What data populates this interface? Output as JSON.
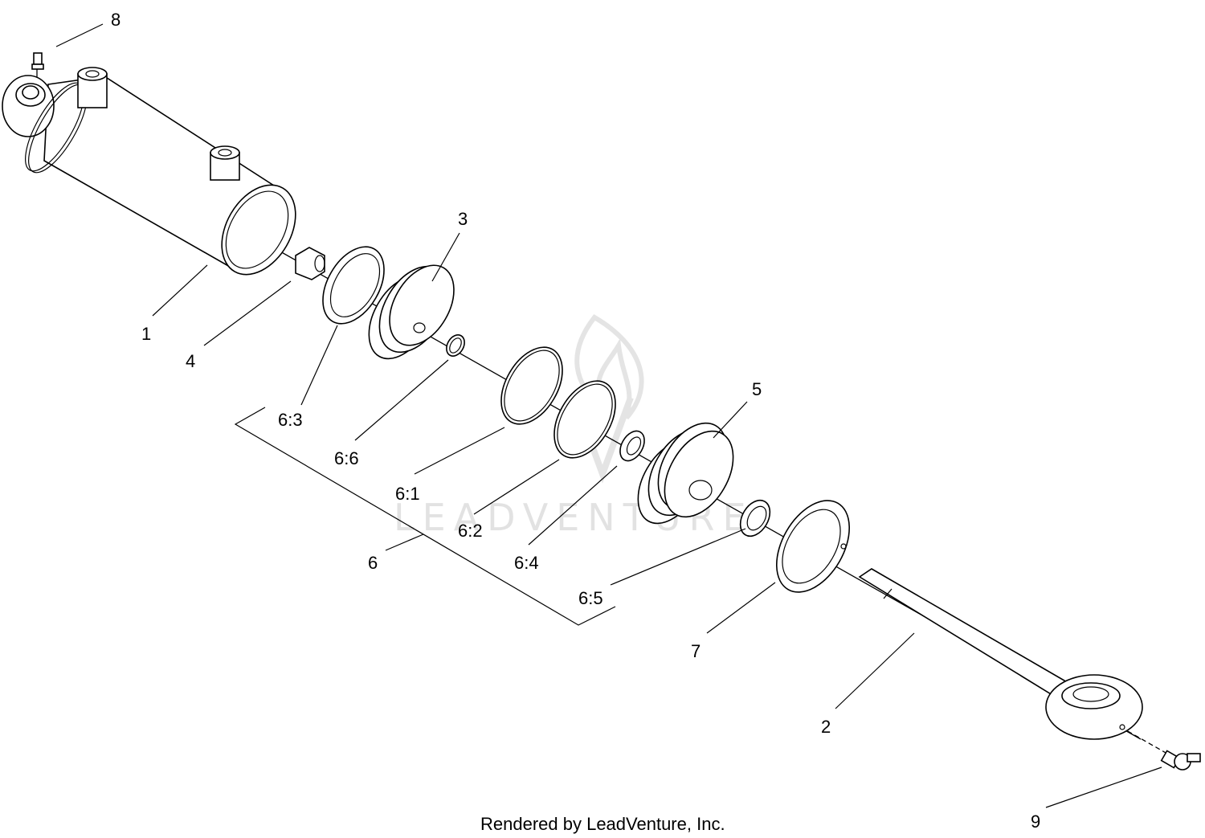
{
  "watermark": "LEADVENTURE",
  "credit": "Rendered by LeadVenture, Inc.",
  "callouts": [
    {
      "id": "1",
      "text": "1"
    },
    {
      "id": "2",
      "text": "2"
    },
    {
      "id": "3",
      "text": "3"
    },
    {
      "id": "4",
      "text": "4"
    },
    {
      "id": "5",
      "text": "5"
    },
    {
      "id": "6",
      "text": "6"
    },
    {
      "id": "6_1",
      "text": "6:1"
    },
    {
      "id": "6_2",
      "text": "6:2"
    },
    {
      "id": "6_3",
      "text": "6:3"
    },
    {
      "id": "6_4",
      "text": "6:4"
    },
    {
      "id": "6_5",
      "text": "6:5"
    },
    {
      "id": "6_6",
      "text": "6:6"
    },
    {
      "id": "7",
      "text": "7"
    },
    {
      "id": "8",
      "text": "8"
    },
    {
      "id": "9",
      "text": "9"
    }
  ]
}
